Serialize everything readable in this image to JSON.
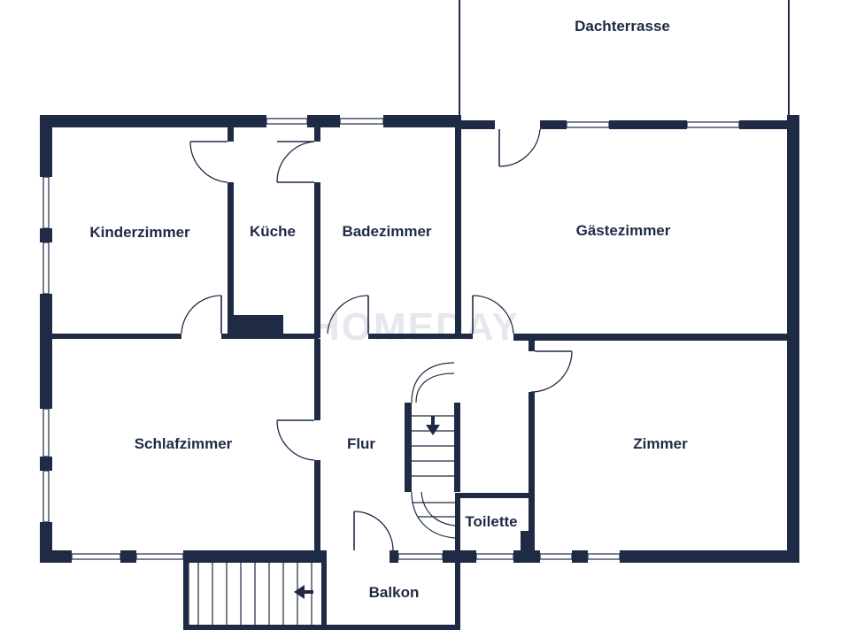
{
  "colors": {
    "wall": "#1f2a44",
    "background": "#ffffff"
  },
  "rooms": {
    "dachterrasse": "Dachterrasse",
    "kinderzimmer": "Kinderzimmer",
    "kueche": "Küche",
    "badezimmer": "Badezimmer",
    "gaestezimmer": "Gästezimmer",
    "schlafzimmer": "Schlafzimmer",
    "flur": "Flur",
    "zimmer": "Zimmer",
    "toilette": "Toilette",
    "balkon": "Balkon"
  },
  "watermark": {
    "text": "HOMEDAY"
  },
  "icons": {
    "stair_direction": "arrow-down-icon",
    "balcony_stair_direction": "arrow-left-icon"
  }
}
